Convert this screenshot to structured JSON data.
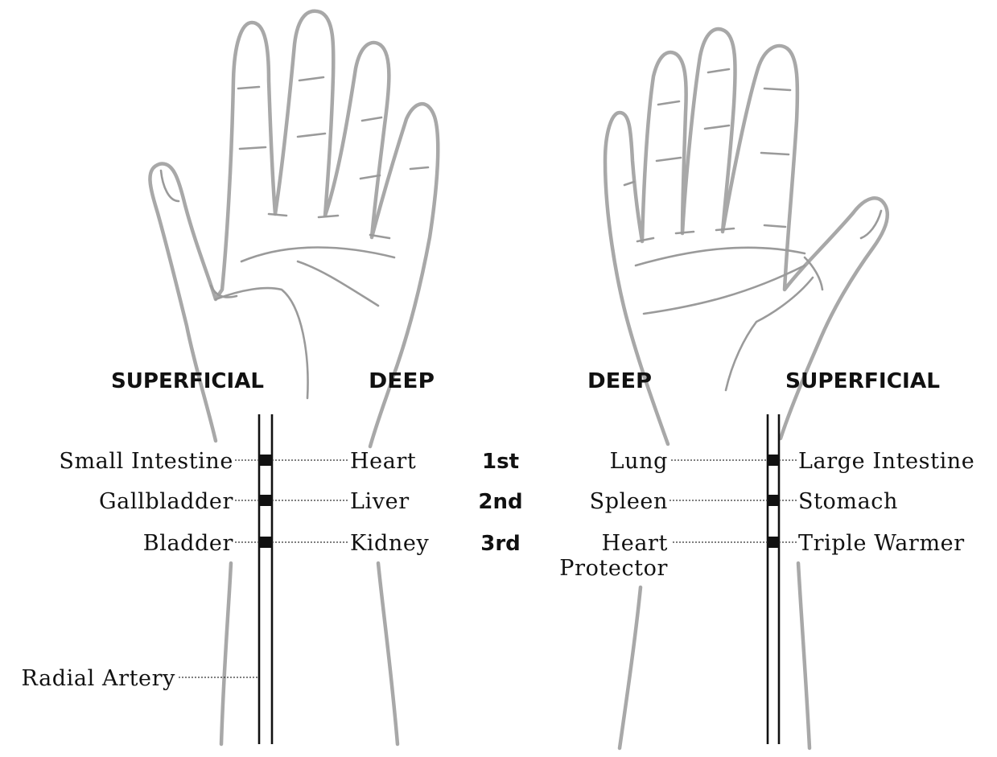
{
  "headings": {
    "left_superficial": "SUPERFICIAL",
    "left_deep": "DEEP",
    "right_deep": "DEEP",
    "right_superficial": "SUPERFICIAL"
  },
  "positions": [
    "1st",
    "2nd",
    "3rd"
  ],
  "left_hand": {
    "superficial": [
      "Small Intestine",
      "Gallbladder",
      "Bladder"
    ],
    "deep": [
      "Heart",
      "Liver",
      "Kidney"
    ],
    "artery_label": "Radial Artery"
  },
  "right_hand": {
    "deep": [
      "Lung",
      "Spleen",
      "Heart"
    ],
    "deep_continuation": "Protector",
    "superficial": [
      "Large Intestine",
      "Stomach",
      "Triple Warmer"
    ]
  },
  "colors": {
    "outline": "#a8a8a8",
    "ink": "#111111"
  }
}
